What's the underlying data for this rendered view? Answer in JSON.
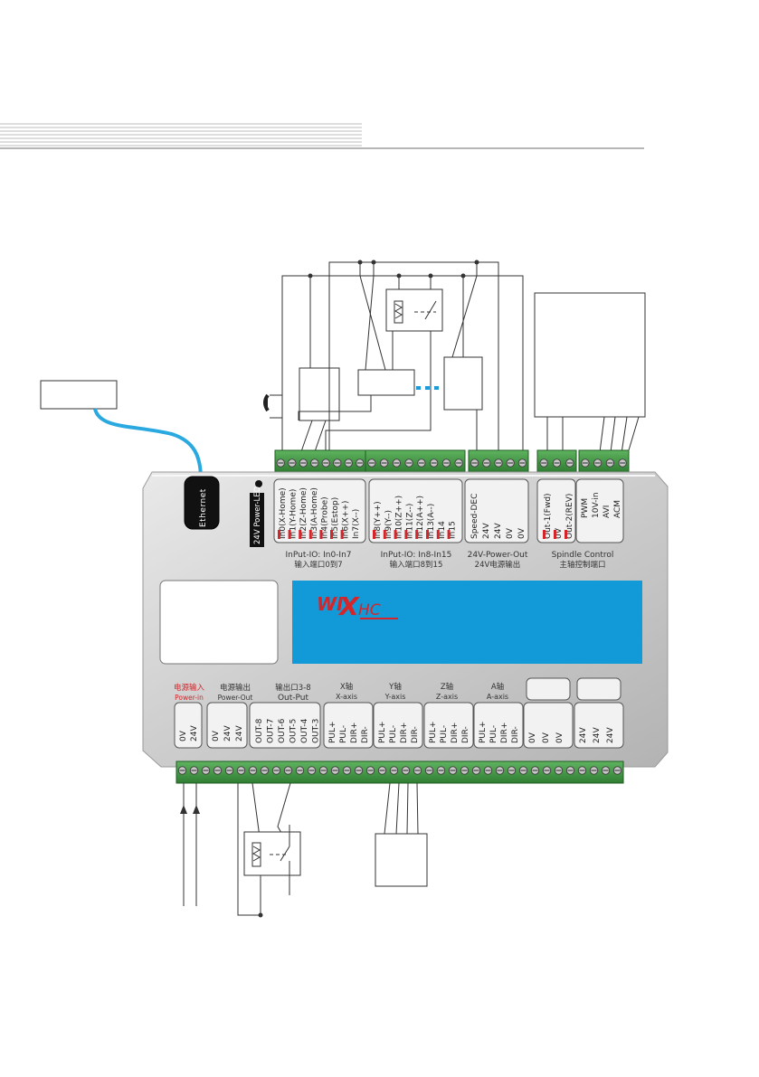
{
  "ethernet_label": "Ethernet",
  "power_led_label": "24V Power-LED",
  "brand": {
    "logo_a": "WI",
    "logo_b": "X",
    "logo_c": "HC",
    "panel_color": "#129ad8",
    "logo_red": "#d4262a"
  },
  "top": {
    "input_group1": {
      "title": "InPut-IO: In0-In7",
      "title_cn": "输入端口0到7",
      "pins": [
        "In0(X-Home)",
        "In1(Y-Home)",
        "In2(Z-Home)",
        "In3(A-Home)",
        "In4(Probe)",
        "In5(Estop)",
        "In6(X++)",
        "In7(X--)"
      ]
    },
    "input_group2": {
      "title": "InPut-IO: In8-In15",
      "title_cn": "输入端口8到15",
      "pins": [
        "In8(Y++)",
        "In9(Y--)",
        "In10(Z++)",
        "In11(Z--)",
        "In12(A++)",
        "In13(A--)",
        "In14",
        "In15"
      ]
    },
    "power_out": {
      "title": "24V-Power-Out",
      "title_cn": "24V电源输出",
      "pins": [
        "Speed-DEC",
        "24V",
        "24V",
        "0V",
        "0V"
      ]
    },
    "spindle": {
      "title": "Spindle Control",
      "title_cn": "主轴控制端口",
      "pins": [
        "Out-1(Fwd)",
        "0V",
        "Out-2(REV)",
        "PWM",
        "10V-in",
        "AVI",
        "ACM"
      ]
    }
  },
  "bottom": {
    "power_in": {
      "title_cn": "电源输入",
      "title": "Power-in",
      "pins": [
        "0V",
        "24V"
      ]
    },
    "power_out": {
      "title_cn": "电源输出",
      "title": "Power-Out",
      "pins": [
        "0V",
        "24V",
        "24V"
      ]
    },
    "output": {
      "title_cn": "输出口3-8",
      "title": "Out-Put",
      "pins": [
        "OUT-8",
        "OUT-7",
        "OUT-6",
        "OUT-5",
        "OUT-4",
        "OUT-3"
      ]
    },
    "x_axis": {
      "title_cn": "X轴",
      "title": "X-axis",
      "pins": [
        "PUL+",
        "PUL-",
        "DIR+",
        "DIR-"
      ]
    },
    "y_axis": {
      "title_cn": "Y轴",
      "title": "Y-axis",
      "pins": [
        "PUL+",
        "PUL-",
        "DIR+",
        "DIR-"
      ]
    },
    "z_axis": {
      "title_cn": "Z轴",
      "title": "Z-axis",
      "pins": [
        "PUL+",
        "PUL-",
        "DIR+",
        "DIR-"
      ]
    },
    "a_axis": {
      "title_cn": "A轴",
      "title": "A-axis",
      "pins": [
        "PUL+",
        "PUL-",
        "DIR+",
        "DIR-"
      ]
    },
    "gnd_group": {
      "pins": [
        "0V",
        "0V",
        "0V"
      ]
    },
    "v24_group": {
      "pins": [
        "24V",
        "24V",
        "24V"
      ]
    }
  }
}
